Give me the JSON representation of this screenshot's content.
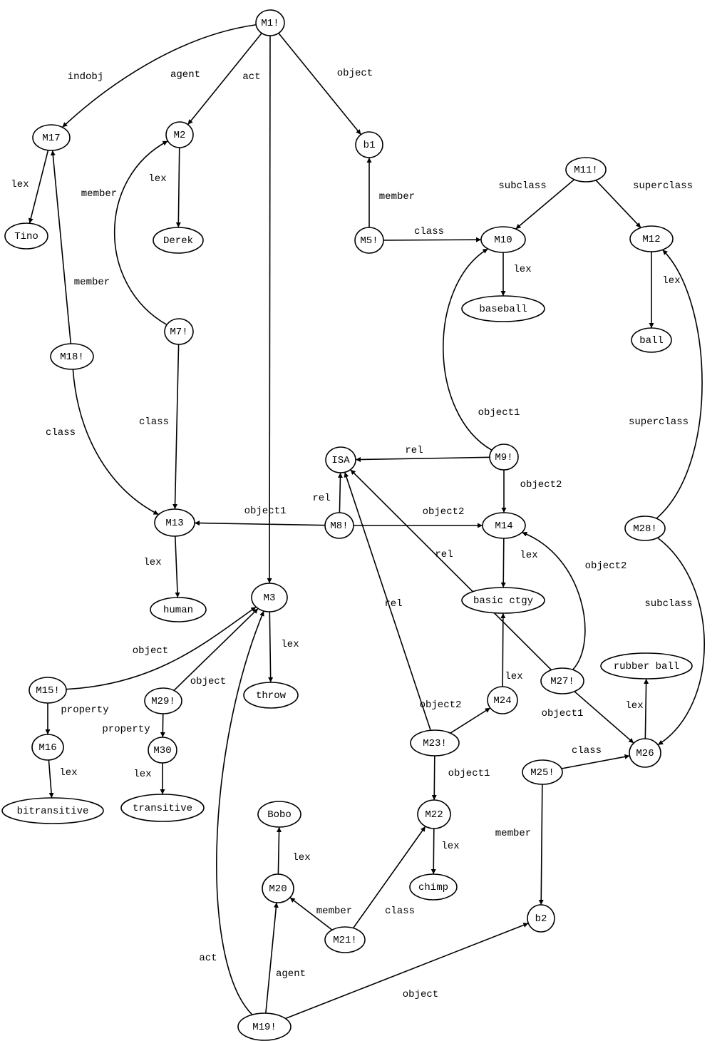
{
  "nodes": [
    {
      "id": "M1!"
    },
    {
      "id": "M17"
    },
    {
      "id": "M2"
    },
    {
      "id": "b1"
    },
    {
      "id": "Tino"
    },
    {
      "id": "Derek"
    },
    {
      "id": "M11!"
    },
    {
      "id": "M10"
    },
    {
      "id": "M12"
    },
    {
      "id": "M5!"
    },
    {
      "id": "baseball"
    },
    {
      "id": "ball"
    },
    {
      "id": "M7!"
    },
    {
      "id": "M18!"
    },
    {
      "id": "ISA"
    },
    {
      "id": "M9!"
    },
    {
      "id": "M8!"
    },
    {
      "id": "M13"
    },
    {
      "id": "M14"
    },
    {
      "id": "M28!"
    },
    {
      "id": "M3"
    },
    {
      "id": "human"
    },
    {
      "id": "basic ctgy"
    },
    {
      "id": "rubber ball"
    },
    {
      "id": "M27!"
    },
    {
      "id": "M15!"
    },
    {
      "id": "M29!"
    },
    {
      "id": "throw"
    },
    {
      "id": "M24"
    },
    {
      "id": "M23!"
    },
    {
      "id": "M26"
    },
    {
      "id": "M16"
    },
    {
      "id": "M30"
    },
    {
      "id": "M25!"
    },
    {
      "id": "bitransitive"
    },
    {
      "id": "transitive"
    },
    {
      "id": "Bobo"
    },
    {
      "id": "M22"
    },
    {
      "id": "chimp"
    },
    {
      "id": "M20"
    },
    {
      "id": "b2"
    },
    {
      "id": "M21!"
    },
    {
      "id": "M19!"
    }
  ],
  "edges": [
    {
      "from": "M1!",
      "to": "M17",
      "label": "indobj"
    },
    {
      "from": "M1!",
      "to": "M2",
      "label": "agent"
    },
    {
      "from": "M1!",
      "to": "M3",
      "label": "act"
    },
    {
      "from": "M1!",
      "to": "b1",
      "label": "object"
    },
    {
      "from": "M17",
      "to": "Tino",
      "label": "lex"
    },
    {
      "from": "M2",
      "to": "Derek",
      "label": "lex"
    },
    {
      "from": "M5!",
      "to": "b1",
      "label": "member"
    },
    {
      "from": "M5!",
      "to": "M10",
      "label": "class"
    },
    {
      "from": "M11!",
      "to": "M10",
      "label": "subclass"
    },
    {
      "from": "M11!",
      "to": "M12",
      "label": "superclass"
    },
    {
      "from": "M10",
      "to": "baseball",
      "label": "lex"
    },
    {
      "from": "M12",
      "to": "ball",
      "label": "lex"
    },
    {
      "from": "M7!",
      "to": "M2",
      "label": "member"
    },
    {
      "from": "M18!",
      "to": "M17",
      "label": "member"
    },
    {
      "from": "M7!",
      "to": "M13",
      "label": "class"
    },
    {
      "from": "M18!",
      "to": "M13",
      "label": "class"
    },
    {
      "from": "M9!",
      "to": "M10",
      "label": "object1"
    },
    {
      "from": "M9!",
      "to": "ISA",
      "label": "rel"
    },
    {
      "from": "M9!",
      "to": "M14",
      "label": "object2"
    },
    {
      "from": "M8!",
      "to": "ISA",
      "label": "rel"
    },
    {
      "from": "M8!",
      "to": "M13",
      "label": "object1"
    },
    {
      "from": "M8!",
      "to": "M14",
      "label": "object2"
    },
    {
      "from": "M13",
      "to": "human",
      "label": "lex"
    },
    {
      "from": "M14",
      "to": "basic ctgy",
      "label": "lex"
    },
    {
      "from": "M28!",
      "to": "M12",
      "label": "superclass"
    },
    {
      "from": "M28!",
      "to": "M26",
      "label": "subclass"
    },
    {
      "from": "M27!",
      "to": "ISA",
      "label": "rel"
    },
    {
      "from": "M27!",
      "to": "M14",
      "label": "object2"
    },
    {
      "from": "M27!",
      "to": "M26",
      "label": "object1"
    },
    {
      "from": "M24",
      "to": "basic ctgy",
      "label": "lex"
    },
    {
      "from": "M3",
      "to": "throw",
      "label": "lex"
    },
    {
      "from": "M15!",
      "to": "M3",
      "label": "object"
    },
    {
      "from": "M15!",
      "to": "M16",
      "label": "property"
    },
    {
      "from": "M29!",
      "to": "M3",
      "label": "object"
    },
    {
      "from": "M29!",
      "to": "M30",
      "label": "property"
    },
    {
      "from": "M16",
      "to": "bitransitive",
      "label": "lex"
    },
    {
      "from": "M30",
      "to": "transitive",
      "label": "lex"
    },
    {
      "from": "M23!",
      "to": "ISA",
      "label": "rel"
    },
    {
      "from": "M23!",
      "to": "M24",
      "label": "object2"
    },
    {
      "from": "M23!",
      "to": "M22",
      "label": "object1"
    },
    {
      "from": "M26",
      "to": "rubber ball",
      "label": "lex"
    },
    {
      "from": "M25!",
      "to": "M26",
      "label": "class"
    },
    {
      "from": "M25!",
      "to": "b2",
      "label": "member"
    },
    {
      "from": "M22",
      "to": "chimp",
      "label": "lex"
    },
    {
      "from": "M20",
      "to": "Bobo",
      "label": "lex"
    },
    {
      "from": "M21!",
      "to": "M20",
      "label": "member"
    },
    {
      "from": "M21!",
      "to": "M22",
      "label": "class"
    },
    {
      "from": "M19!",
      "to": "M3",
      "label": "act"
    },
    {
      "from": "M19!",
      "to": "M20",
      "label": "agent"
    },
    {
      "from": "M19!",
      "to": "b2",
      "label": "object"
    }
  ]
}
